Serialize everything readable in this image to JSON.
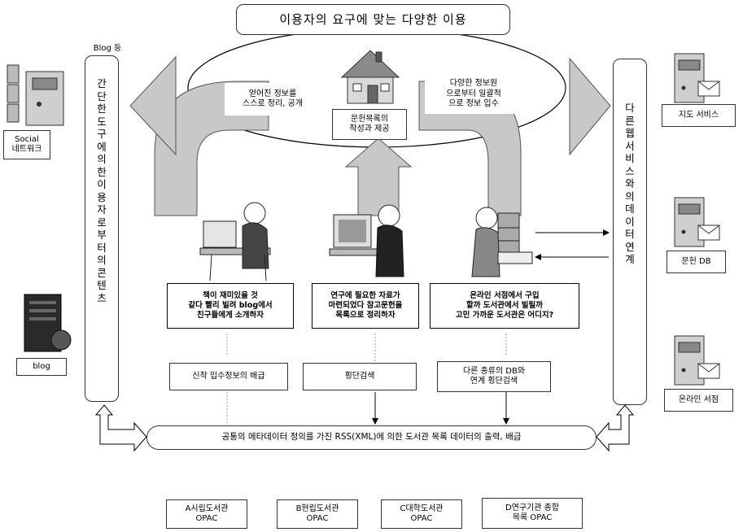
{
  "title": "이용자의 요구에 맞는 다양한 이용",
  "blog_label": "Blog 등",
  "left_vertical": "간단한 도구에 의한 이용자로부터의 콘텐츠",
  "right_vertical": "다른 웹 서비스와의 데이터 연계",
  "left_services": {
    "social": "Social\n네트워크",
    "blog": "blog"
  },
  "right_services": {
    "map": "지도 서비스",
    "literature_db": "문헌 DB",
    "online_bookstore": "온라인 서점"
  },
  "arrow_notes": {
    "organize": "얻어진 정보를\n스스로 정리, 공개",
    "catalog": "문헌목록의\n작성과 제공",
    "collect": "다양한 정보원\n으로부터 일괄적\n으로 정보 입수"
  },
  "user_needs": {
    "left": "책이 재미있을 것\n같다 빨리 빌려 blog에서\n친구들에게 소개하자",
    "center": "연구에 필요한 자료가\n마련되었다 참고문헌을\n목록으로 정리하자",
    "right": "온라인 서점에서 구입\n할까 도서관에서 빌릴까\n고민 가까운 도서관은 어디지?"
  },
  "functions": {
    "new_arrivals": "신착 입수정보의 배급",
    "cross_search": "횡단검색",
    "cross_db_search": "다른 종류의 DB와\n연계 횡단검색"
  },
  "rss_bar": "공통의 메타데이터 정의를 가진 RSS(XML)에 의한 도서관 목록 데이터의 출력, 배급",
  "opacs": [
    "A시립도서관\nOPAC",
    "B현립도서관\nOPAC",
    "C대학도서관\nOPAC",
    "D연구기관 종합\n목록 OPAC"
  ]
}
